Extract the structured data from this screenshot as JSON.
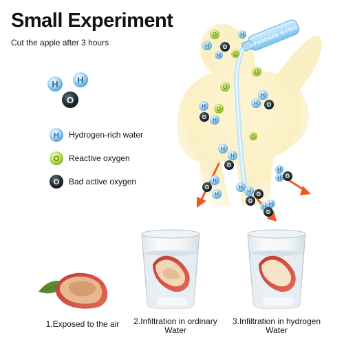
{
  "header": {
    "title": "Small Experiment",
    "subtitle": "Cut the apple after 3 hours"
  },
  "molecule": {
    "h": "H",
    "o": "O"
  },
  "legend": [
    {
      "symbol": "H",
      "label": "Hydrogen-rich water",
      "color": "#6fb5e6",
      "icon": "hydrogen-icon"
    },
    {
      "symbol": "O",
      "label": "Reactive oxygen",
      "color": "#a6cf2e",
      "icon": "reactive-oxygen-icon"
    },
    {
      "symbol": "O",
      "label": "Bad active oxygen",
      "color": "#1f2a2e",
      "icon": "bad-oxygen-icon"
    }
  ],
  "bottle_text": "HYDROGEN WATER",
  "captions": [
    {
      "line1": "1.Exposed to the air",
      "line2": ""
    },
    {
      "line1": "2.Infiltration in ordinary",
      "line2": "Water"
    },
    {
      "line1": "3.Infiltration in hydrogen",
      "line2": "Water"
    }
  ],
  "colors": {
    "body": "#fbefc4",
    "hydrogen": "#6fb5e6",
    "reactive": "#a6cf2e",
    "bad": "#1f2a2e",
    "arrow": "#ee5a24",
    "stream": "#bfe4fb"
  }
}
